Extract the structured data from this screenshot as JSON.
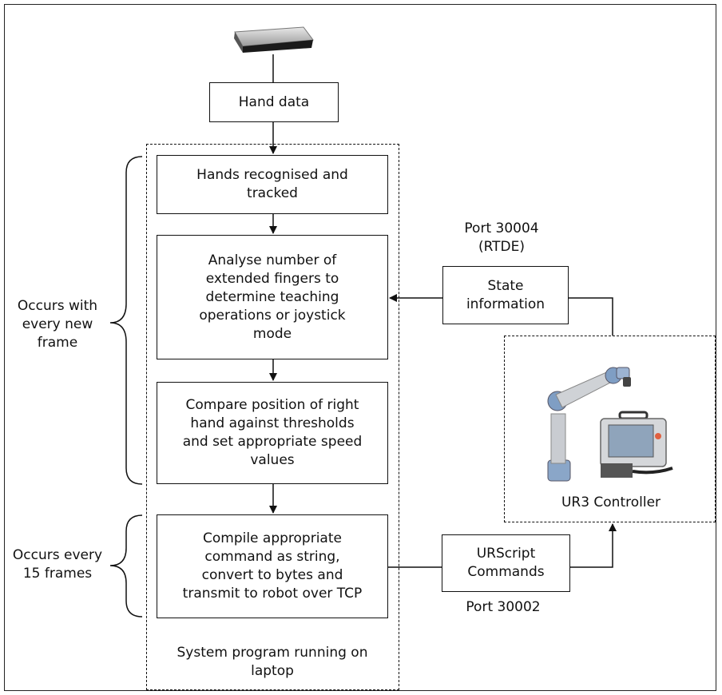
{
  "diagram": {
    "nodes": {
      "hand_data": "Hand data",
      "recognise": "Hands recognised and\ntracked",
      "analyse": "Analyse number of\nextended fingers to\ndetermine teaching\noperations or joystick\nmode",
      "compare": "Compare position of right\nhand against thresholds\nand set appropriate speed\nvalues",
      "compile": "Compile appropriate\ncommand as string,\nconvert to bytes and\ntransmit to robot over TCP",
      "state": "State\ninformation",
      "urscript": "URScript\nCommands"
    },
    "labels": {
      "port_rtde": "Port 30004\n(RTDE)",
      "port_urscript": "Port 30002",
      "every_frame": "Occurs with\nevery new\nframe",
      "every_15": "Occurs every\n15 frames",
      "system_program": "System program running on\nlaptop",
      "controller": "UR3 Controller"
    },
    "icons": {
      "sensor": "leap-motion-sensor-icon",
      "robot": "robot-arm-icon",
      "controller": "control-box-icon"
    }
  }
}
